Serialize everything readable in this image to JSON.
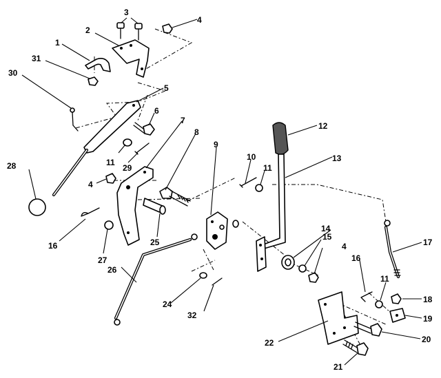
{
  "diagram": {
    "callouts": [
      {
        "id": "1",
        "label": "1"
      },
      {
        "id": "2",
        "label": "2"
      },
      {
        "id": "3",
        "label": "3"
      },
      {
        "id": "4a",
        "label": "4"
      },
      {
        "id": "5",
        "label": "5"
      },
      {
        "id": "6",
        "label": "6"
      },
      {
        "id": "7",
        "label": "7"
      },
      {
        "id": "8",
        "label": "8"
      },
      {
        "id": "9",
        "label": "9"
      },
      {
        "id": "10",
        "label": "10"
      },
      {
        "id": "11a",
        "label": "11"
      },
      {
        "id": "11b",
        "label": "11"
      },
      {
        "id": "11c",
        "label": "11"
      },
      {
        "id": "12",
        "label": "12"
      },
      {
        "id": "13",
        "label": "13"
      },
      {
        "id": "14",
        "label": "14"
      },
      {
        "id": "15",
        "label": "15"
      },
      {
        "id": "4b",
        "label": "4"
      },
      {
        "id": "4c",
        "label": "4"
      },
      {
        "id": "16a",
        "label": "16"
      },
      {
        "id": "16b",
        "label": "16"
      },
      {
        "id": "17",
        "label": "17"
      },
      {
        "id": "18",
        "label": "18"
      },
      {
        "id": "19",
        "label": "19"
      },
      {
        "id": "20",
        "label": "20"
      },
      {
        "id": "21",
        "label": "21"
      },
      {
        "id": "22",
        "label": "22"
      },
      {
        "id": "24",
        "label": "24"
      },
      {
        "id": "25",
        "label": "25"
      },
      {
        "id": "26",
        "label": "26"
      },
      {
        "id": "27",
        "label": "27"
      },
      {
        "id": "28",
        "label": "28"
      },
      {
        "id": "29",
        "label": "29"
      },
      {
        "id": "30",
        "label": "30"
      },
      {
        "id": "31",
        "label": "31"
      },
      {
        "id": "32",
        "label": "32"
      }
    ]
  }
}
